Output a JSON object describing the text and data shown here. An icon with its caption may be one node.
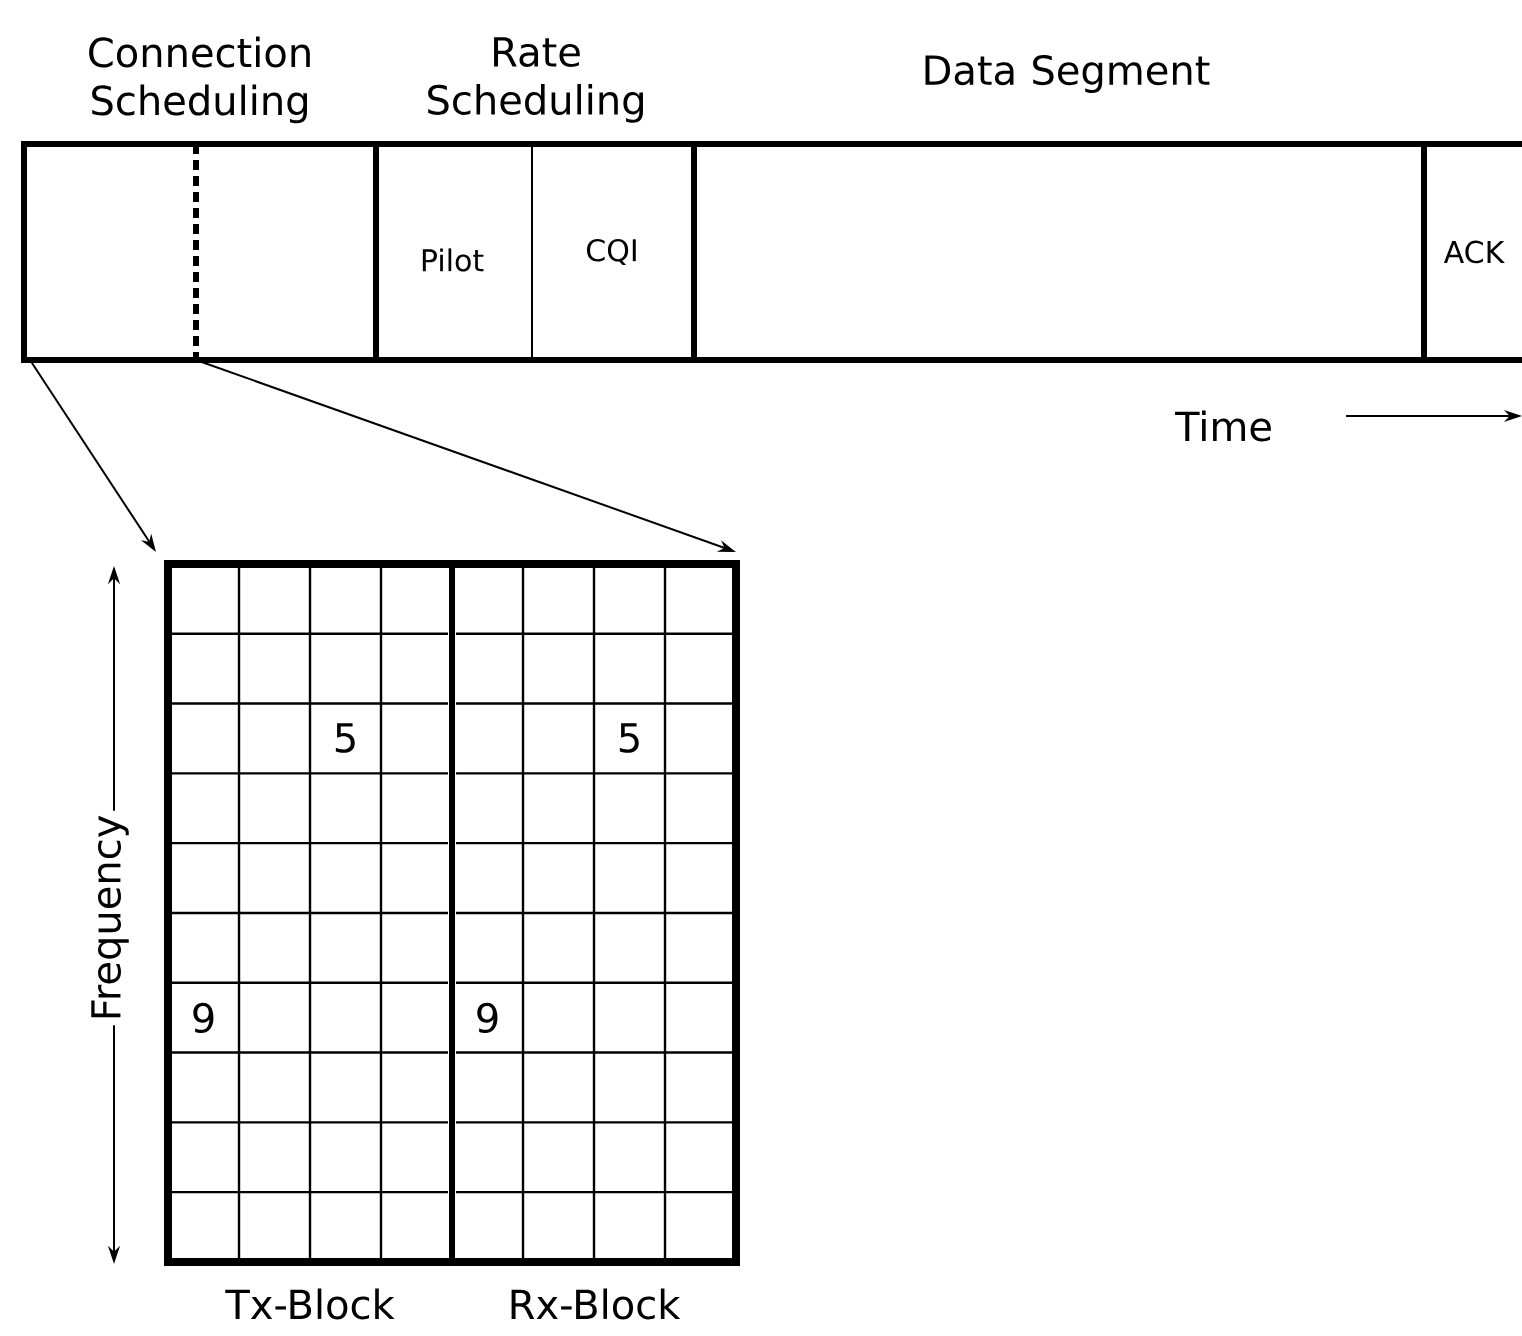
{
  "diagram": {
    "nodes": [
      {
        "text": [
          "Connection Scheduling"
        ]
      },
      {
        "text": [],
        "shape": "box",
        "in": 0
      },
      {
        "text": [
          "Rate Scheduling"
        ]
      },
      {
        "text": [
          "Pilot"
        ],
        "in": 2
      },
      {
        "text": [
          "CQI"
        ],
        "in": 2
      },
      {
        "text": [
          "Data Segment"
        ]
      },
      {
        "text": [
          "ACK"
        ]
      },
      {
        "text": [],
        "shape": "box"
      },
      {
        "text": [
          "5",
          "9",
          "Tx-Block"
        ],
        "in": 7
      },
      {
        "text": [
          "5",
          "9",
          "Rx-Block"
        ],
        "in": 7
      }
    ],
    "edges": [
      {
        "from": 1,
        "to": 7,
        "arrow": "to"
      },
      {
        "from": 1,
        "to": 7,
        "arrow": "to"
      }
    ],
    "labels": [
      "Time",
      "Frequency"
    ]
  }
}
